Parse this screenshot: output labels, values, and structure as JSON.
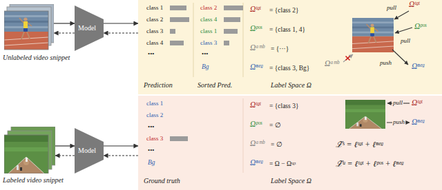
{
  "diagram": {
    "nodes": [
      {
        "text": [
          "Unlabeled video snippet"
        ]
      },
      {
        "text": [
          "Model"
        ]
      },
      {
        "text": [
          "class 1",
          "class 2",
          "class 3",
          "class 4",
          "•••",
          "Prediction",
          "class 2",
          "class 4",
          "class 1",
          "class 3",
          "•••",
          "Bg",
          "Sorted Pred.",
          "Ωᵗᵍᵗ",
          "= {class 2}",
          "Ωᵖᵒˢ",
          "= {class 1, 4}",
          "Ωᵃᵐᵇ",
          "= {···}",
          "Ωⁿᵉᵍ",
          "= {class 3, Bg}",
          "Label Space Ω",
          "Ωᵗᵍᵗ",
          "pull",
          "Ωᵖᵒˢ",
          "pull",
          "Ωᵃᵐᵇ",
          "push",
          "Ωⁿᵉᵍ"
        ]
      },
      {
        "text": [
          "Labeled video snippet"
        ]
      },
      {
        "text": [
          "Model"
        ]
      },
      {
        "text": [
          "class 1",
          "class 2",
          "•••",
          "class 3",
          "•••",
          "Bg",
          "Ground truth",
          "Ωᵗᵍᵗ",
          "= {class 3}",
          "Ωᵖᵒˢ",
          "= ∅",
          "Ωᵃᵐᵇ",
          "= ∅",
          "Ωⁿᵉᵍ",
          "= Ω − Ωᵗᵍᵗ",
          "Label Space Ω",
          "Ωᵗᵍᵗ",
          "pull",
          "Ωⁿᵉᵍ",
          "push",
          "ℒ̃ˢ = ℓᵗᵍᵗ + ℓⁿᵉᵍ",
          "ℒ̃ᵘ = ℓᵗᵍᵗ + ℓᵖᵒˢ + ℓⁿᵉᵍ"
        ]
      }
    ],
    "edges": [
      {
        "from": 0,
        "to": 1,
        "arrow": "to"
      },
      {
        "from": 1,
        "to": 0,
        "arrow": "to"
      },
      {
        "from": 1,
        "to": 2,
        "arrow": "to"
      },
      {
        "from": 2,
        "to": 1,
        "arrow": "to"
      },
      {
        "from": 3,
        "to": 4,
        "arrow": "to"
      },
      {
        "from": 4,
        "to": 3,
        "arrow": "to"
      },
      {
        "from": 4,
        "to": 5,
        "arrow": "to"
      },
      {
        "from": 5,
        "to": 4,
        "arrow": "to"
      }
    ]
  }
}
